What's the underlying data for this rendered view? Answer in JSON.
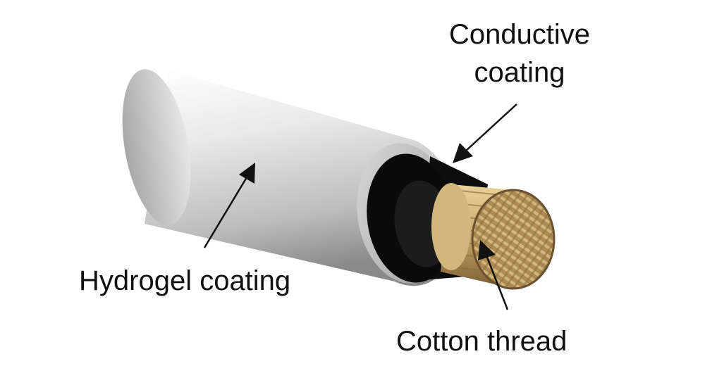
{
  "labels": {
    "conductive_line1": "Conductive",
    "conductive_line2": "coating",
    "hydrogel": "Hydrogel coating",
    "cotton": "Cotton thread"
  },
  "colors": {
    "hydrogel_light": "#f2f2f2",
    "hydrogel_mid": "#c9c9c9",
    "hydrogel_dark": "#8f8f8f",
    "conductive": "#0a0a0a",
    "cotton_light": "#e2c98f",
    "cotton_mid": "#b89559",
    "cotton_dark": "#6f5630",
    "arrow": "#111111",
    "text": "#111111"
  }
}
